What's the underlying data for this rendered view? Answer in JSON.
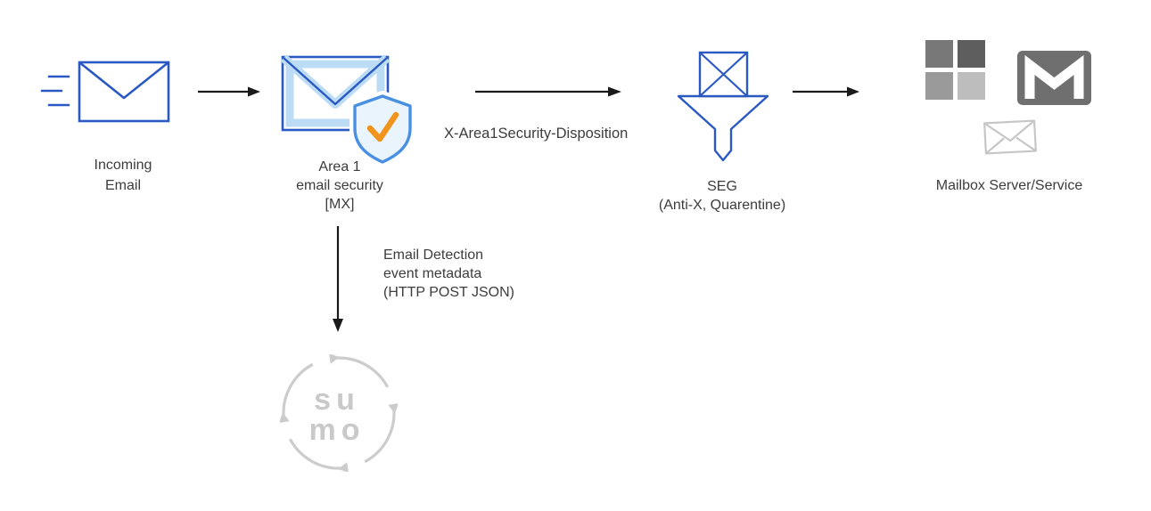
{
  "nodes": {
    "incoming": {
      "line1": "Incoming",
      "line2": "Email"
    },
    "area1": {
      "line1": "Area 1",
      "line2": "email security",
      "line3": "[MX]"
    },
    "seg": {
      "line1": "SEG",
      "line2": "(Anti-X, Quarentine)"
    },
    "mailbox": {
      "label": "Mailbox Server/Service"
    },
    "sumo": {
      "line1": "su",
      "line2": "mo"
    }
  },
  "edges": {
    "disposition": {
      "label": "X-Area1Security-Disposition"
    },
    "metadata": {
      "line1": "Email Detection",
      "line2": "event metadata",
      "line3": "(HTTP POST JSON)"
    }
  },
  "icons": [
    "incoming-email-icon",
    "area1-envelope-shield-icon",
    "seg-funnel-icon",
    "microsoft-logo-icon",
    "gmail-icon",
    "small-envelope-icon",
    "sumo-logic-icon",
    "arrow-icon"
  ],
  "colors": {
    "primary_blue": "#2b59c3",
    "light_blue": "#bcdcf5",
    "shield_blue": "#4a90e2",
    "check_orange": "#f0941e",
    "arrow_black": "#1a1a1a",
    "gray_logo": "#cccccc",
    "text": "#3d3d3d",
    "ms_squares": [
      "#787878",
      "#5e5e5e",
      "#9a9a9a",
      "#bdbdbd"
    ],
    "gmail_gray": "#6f6f6f",
    "envelope_gray": "#c6c6c6"
  }
}
